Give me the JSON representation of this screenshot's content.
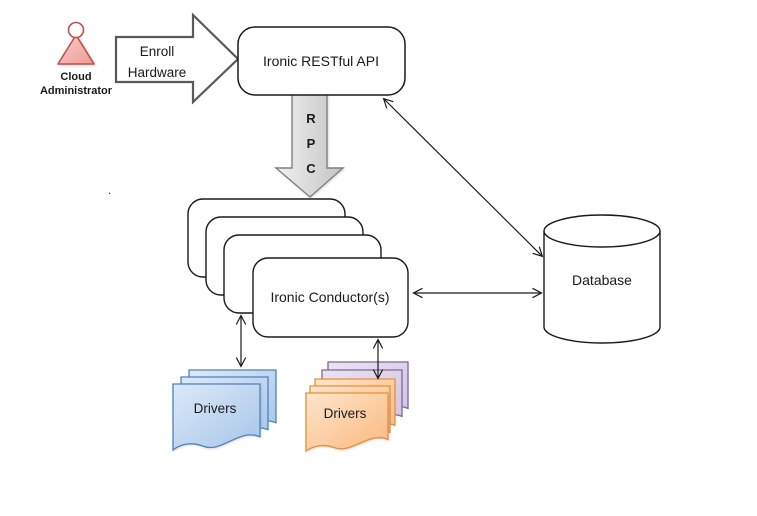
{
  "diagram": {
    "actor": {
      "line1": "Cloud",
      "line2": "Administrator"
    },
    "enroll": {
      "line1": "Enroll",
      "line2": "Hardware"
    },
    "api": {
      "label": "Ironic RESTful API"
    },
    "rpc": {
      "l0": "R",
      "l1": "P",
      "l2": "C"
    },
    "conductors": {
      "label": "Ironic Conductor(s)"
    },
    "database": {
      "label": "Database"
    },
    "drivers_left": {
      "label": "Drivers"
    },
    "drivers_right": {
      "label": "Drivers"
    },
    "stray_mark": "."
  },
  "colors": {
    "outline_dark": "#1a1a1a",
    "actor_stroke": "#C0504D",
    "actor_fill_light": "#F8CFCC",
    "actor_fill_dark": "#EC9B96",
    "block_arrow_stroke": "#595959",
    "rpc_fill_light": "#F0F0F0",
    "rpc_fill_dark": "#C4C4C4",
    "rpc_stroke": "#808080",
    "rpc_text": "#1F3864",
    "blue_stroke": "#4F81BD",
    "blue_fill_light": "#DCE9F8",
    "blue_fill_dark": "#A6C5E8",
    "orange_stroke": "#E78F3C",
    "orange_fill_light": "#FDE5CC",
    "orange_fill_dark": "#FAB87E",
    "purple_stroke": "#8064A2",
    "purple_fill_light": "#EAE4F2",
    "purple_fill_dark": "#CFC2E0"
  }
}
